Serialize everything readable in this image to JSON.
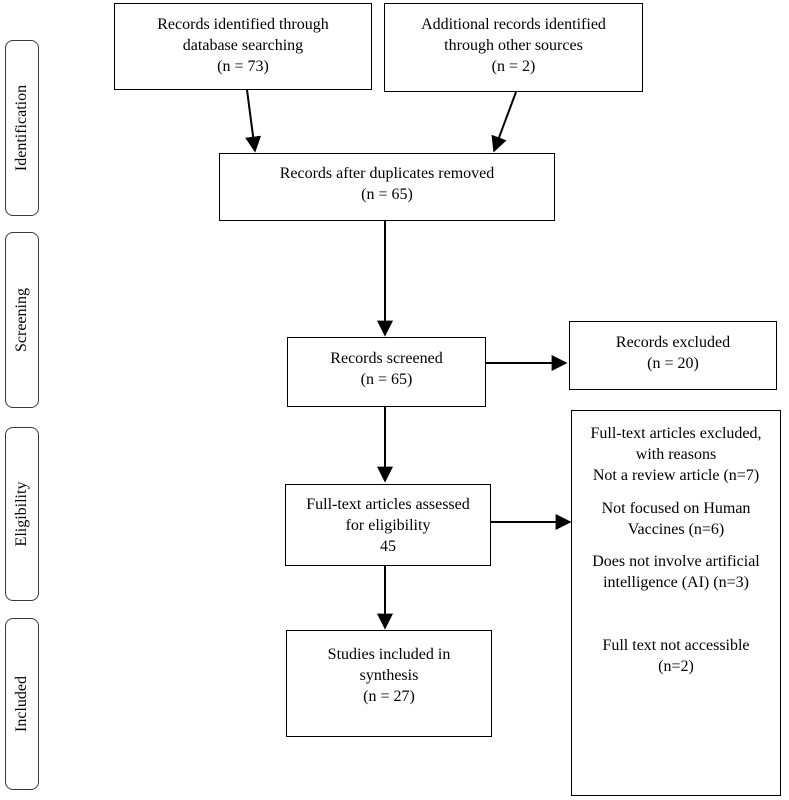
{
  "phases": {
    "identification": "Identification",
    "screening": "Screening",
    "eligibility": "Eligibility",
    "included": "Included"
  },
  "boxes": {
    "database": {
      "line1": "Records identified through",
      "line2": "database searching",
      "line3": "(n = 73)"
    },
    "other_sources": {
      "line1": "Additional records identified",
      "line2": "through other sources",
      "line3": "(n = 2)"
    },
    "duplicates_removed": {
      "line1": "Records after duplicates removed",
      "line2": "(n = 65)"
    },
    "screened": {
      "line1": "Records screened",
      "line2": "(n = 65)"
    },
    "excluded": {
      "line1": "Records excluded",
      "line2": "(n = 20)"
    },
    "fulltext_assessed": {
      "line1": "Full-text articles assessed",
      "line2": "for eligibility",
      "line3": "45"
    },
    "included_synthesis": {
      "line1": "Studies included in",
      "line2": "synthesis",
      "line3": "(n = 27)"
    },
    "fulltext_excluded": {
      "header1": "Full-text articles excluded,",
      "header2": "with reasons",
      "reason1": "Not a review article (n=7)",
      "reason2a": "Not focused on Human",
      "reason2b": "Vaccines (n=6)",
      "reason3a": "Does not involve artificial",
      "reason3b": "intelligence (AI) (n=3)",
      "reason4a": "Full text not accessible",
      "reason4b": "(n=2)"
    }
  }
}
